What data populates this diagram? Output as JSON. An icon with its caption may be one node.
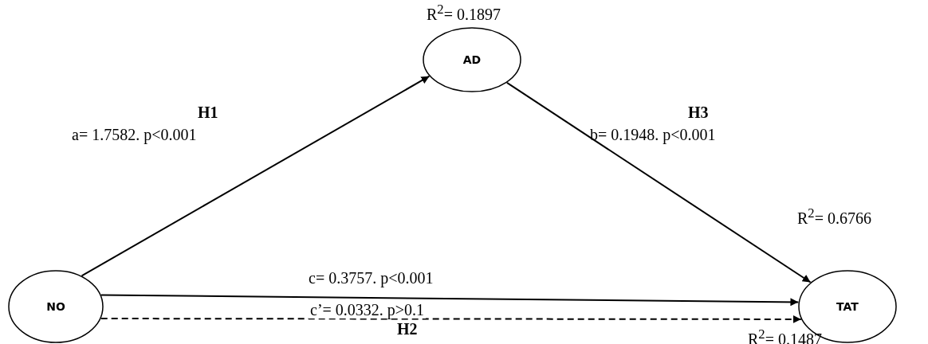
{
  "diagram": {
    "nodes": [
      {
        "text": [
          "AD"
        ],
        "beside": [
          "R$^{2}$= 0.1897"
        ]
      },
      {
        "text": [
          "NO"
        ]
      },
      {
        "text": [
          "TAT"
        ],
        "beside": [
          "R$^{2}$= 0.6766",
          "R$^{2}$= 0.1487"
        ]
      }
    ],
    "edges": [
      {
        "from": 1,
        "to": 0,
        "arrow": "to"
      },
      {
        "from": 0,
        "to": 2,
        "arrow": "to"
      },
      {
        "from": 1,
        "to": 2,
        "arrow": "to",
        "label": "c= 0.3757. p<0.001"
      },
      {
        "from": 1,
        "to": 2,
        "arrow": "to",
        "label": "c’= 0.0332. p>0.1",
        "style": "dashed"
      }
    ],
    "labels": [
      "H1",
      "a= 1.7582. p<0.001",
      "H3",
      "b= 0.1948. p<0.001",
      "H2"
    ]
  }
}
